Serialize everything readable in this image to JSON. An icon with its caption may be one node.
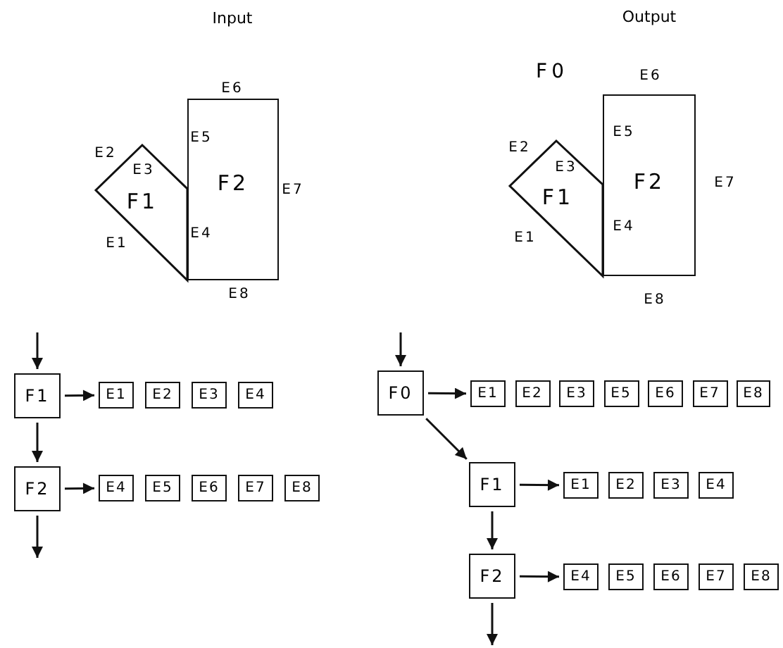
{
  "diagram": {
    "nodes": [
      {
        "text": [
          "F1"
        ]
      },
      {
        "text": [
          "F2"
        ]
      },
      {
        "text": [
          "F1"
        ]
      },
      {
        "text": [
          "F2"
        ]
      },
      {
        "text": [
          "F1"
        ]
      },
      {
        "text": [
          "E1"
        ]
      },
      {
        "text": [
          "E2"
        ]
      },
      {
        "text": [
          "E3"
        ]
      },
      {
        "text": [
          "E4"
        ]
      },
      {
        "text": [
          "F2"
        ]
      },
      {
        "text": [
          "E4"
        ]
      },
      {
        "text": [
          "E5"
        ]
      },
      {
        "text": [
          "E6"
        ]
      },
      {
        "text": [
          "E7"
        ]
      },
      {
        "text": [
          "E8"
        ]
      },
      {
        "text": [
          "F0"
        ]
      },
      {
        "text": [
          "E1"
        ]
      },
      {
        "text": [
          "E2"
        ]
      },
      {
        "text": [
          "E3"
        ]
      },
      {
        "text": [
          "E5"
        ]
      },
      {
        "text": [
          "E6"
        ]
      },
      {
        "text": [
          "E7"
        ]
      },
      {
        "text": [
          "E8"
        ]
      },
      {
        "text": [
          "F1"
        ]
      },
      {
        "text": [
          "E1"
        ]
      },
      {
        "text": [
          "E2"
        ]
      },
      {
        "text": [
          "E3"
        ]
      },
      {
        "text": [
          "E4"
        ]
      },
      {
        "text": [
          "F2"
        ]
      },
      {
        "text": [
          "E4"
        ]
      },
      {
        "text": [
          "E5"
        ]
      },
      {
        "text": [
          "E6"
        ]
      },
      {
        "text": [
          "E7"
        ]
      },
      {
        "text": [
          "E8"
        ]
      }
    ],
    "edges": [
      {
        "from": null,
        "to": 4,
        "arrow": "to"
      },
      {
        "from": 4,
        "to": 5,
        "arrow": "to"
      },
      {
        "from": 4,
        "to": 9,
        "arrow": "to"
      },
      {
        "from": 9,
        "to": 10,
        "arrow": "to"
      },
      {
        "from": 9,
        "to": null,
        "arrow": "to"
      },
      {
        "from": null,
        "to": 15,
        "arrow": "to"
      },
      {
        "from": 15,
        "to": 16,
        "arrow": "to"
      },
      {
        "from": 15,
        "to": 23,
        "arrow": "to"
      },
      {
        "from": 23,
        "to": 24,
        "arrow": "to"
      },
      {
        "from": 23,
        "to": 28,
        "arrow": "to"
      },
      {
        "from": 28,
        "to": 29,
        "arrow": "to"
      },
      {
        "from": 28,
        "to": null,
        "arrow": "to"
      }
    ],
    "labels": [
      "Input",
      "Output",
      "E6",
      "E2",
      "E5",
      "E3",
      "E7",
      "E1",
      "E4",
      "E8",
      "F0",
      "E6",
      "E2",
      "E5",
      "E3",
      "E7",
      "E1",
      "E4",
      "E8"
    ]
  }
}
